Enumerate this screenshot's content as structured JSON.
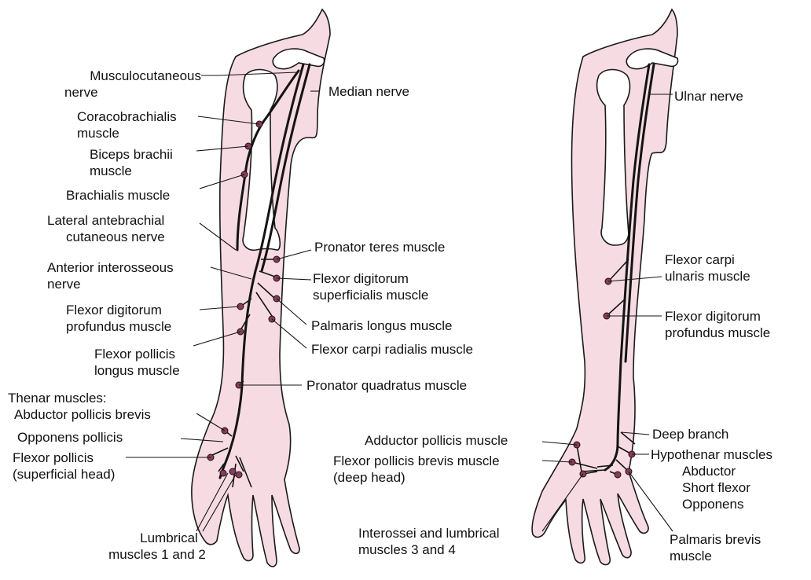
{
  "colors": {
    "skin": "#f7dbe3",
    "skin_edge": "#1a1a1a",
    "nerve": "#141414",
    "node": "#8a3a5a",
    "bone": "#ffffff"
  },
  "median": {
    "labels": {
      "musculocutaneous": [
        "Musculocutaneous",
        "nerve"
      ],
      "median_nerve": [
        "Median nerve"
      ],
      "coracobrachialis": [
        "Coracobrachialis",
        "muscle"
      ],
      "biceps": [
        "Biceps brachii",
        "muscle"
      ],
      "brachialis": [
        "Brachialis muscle"
      ],
      "lateral_antebrachial": [
        "Lateral antebrachial",
        "cutaneous nerve"
      ],
      "anterior_interosseous": [
        "Anterior interosseous",
        "nerve"
      ],
      "fdp": [
        "Flexor digitorum",
        "profundus muscle"
      ],
      "fpl": [
        "Flexor pollicis",
        "longus muscle"
      ],
      "pronator_teres": [
        "Pronator teres muscle"
      ],
      "fds": [
        "Flexor digitorum",
        "superficialis muscle"
      ],
      "palmaris_longus": [
        "Palmaris longus muscle"
      ],
      "fcr": [
        "Flexor carpi radialis muscle"
      ],
      "pronator_quadratus": [
        "Pronator quadratus muscle"
      ],
      "thenar": [
        "Thenar muscles:",
        "Abductor pollicis brevis"
      ],
      "opponens": [
        "Opponens pollicis"
      ],
      "fpb_superficial": [
        "Flexor pollicis",
        "(superficial head)"
      ],
      "lumbrical_12": [
        "Lumbrical",
        "muscles 1 and 2"
      ]
    }
  },
  "ulnar": {
    "labels": {
      "ulnar_nerve": [
        "Ulnar nerve"
      ],
      "fcu": [
        "Flexor carpi",
        "ulnaris muscle"
      ],
      "fdp": [
        "Flexor digitorum",
        "profundus muscle"
      ],
      "deep_branch": [
        "Deep branch"
      ],
      "hypothenar": [
        "Hypothenar muscles",
        "Abductor",
        "Short flexor",
        "Opponens"
      ],
      "adductor_pollicis": [
        "Adductor pollicis muscle"
      ],
      "fpb_deep": [
        "Flexor pollicis brevis muscle",
        "(deep head)"
      ],
      "interossei": [
        "Interossei and lumbrical",
        "muscles 3 and 4"
      ],
      "palmaris_brevis": [
        "Palmaris brevis",
        "muscle"
      ]
    }
  }
}
